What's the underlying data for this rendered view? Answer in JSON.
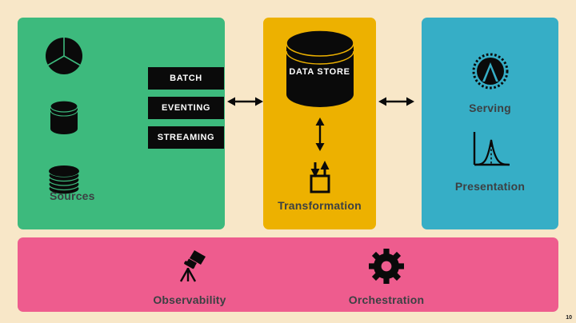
{
  "slide": {
    "page_number": "10",
    "background_color": "#f8e7c8",
    "caption_color": "#3c4043"
  },
  "panels": {
    "sources": {
      "caption": "Sources",
      "color": "#3dba7d",
      "icons": [
        {
          "name": "pie-chart-icon",
          "label": "pie-chart-icon"
        },
        {
          "name": "database-cylinder-icon",
          "label": "database-cylinder-icon"
        },
        {
          "name": "stacked-disks-icon",
          "label": "stacked-disks-icon"
        }
      ],
      "stages": [
        {
          "label": "BATCH"
        },
        {
          "label": "EVENTING"
        },
        {
          "label": "STREAMING"
        }
      ]
    },
    "datastore": {
      "caption": "Transformation",
      "color": "#edb100",
      "store_label": "DATA STORE",
      "icons": [
        {
          "name": "data-store-cylinder-icon"
        },
        {
          "name": "double-vertical-arrow-icon"
        },
        {
          "name": "transformation-box-icon"
        }
      ]
    },
    "serving": {
      "color": "#36aec6",
      "items": [
        {
          "caption": "Serving",
          "icon": "serving-badge-icon"
        },
        {
          "caption": "Presentation",
          "icon": "bell-curve-chart-icon"
        }
      ]
    },
    "operations": {
      "color": "#ee5c8e",
      "items": [
        {
          "caption": "Observability",
          "icon": "telescope-icon"
        },
        {
          "caption": "Orchestration",
          "icon": "gear-icon"
        }
      ]
    }
  },
  "connectors": [
    {
      "name": "sources-to-datastore-arrow"
    },
    {
      "name": "datastore-to-serving-arrow"
    }
  ]
}
